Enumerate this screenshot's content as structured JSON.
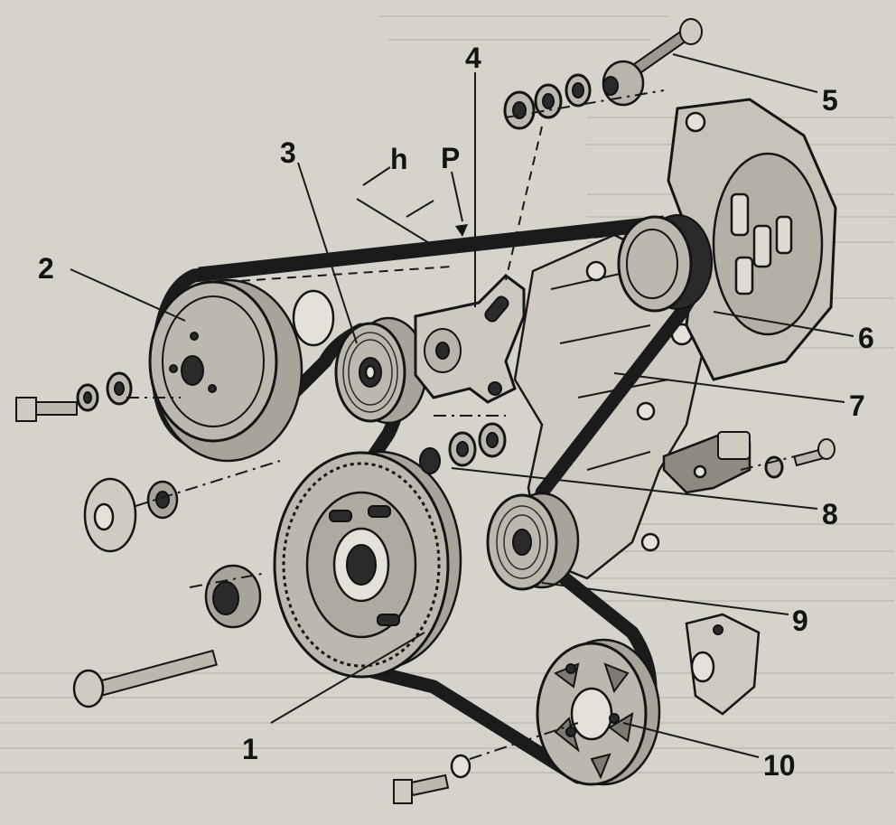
{
  "diagram": {
    "labels": {
      "n1": "1",
      "n2": "2",
      "n3": "3",
      "n4": "4",
      "n5": "5",
      "n6": "6",
      "n7": "7",
      "n8": "8",
      "n9": "9",
      "n10": "10",
      "h": "h",
      "P": "P"
    },
    "colors": {
      "paper": "#d6d3cc",
      "ink": "#141414",
      "metal": "#bcb8b0",
      "belt": "#1b1b1b"
    }
  }
}
